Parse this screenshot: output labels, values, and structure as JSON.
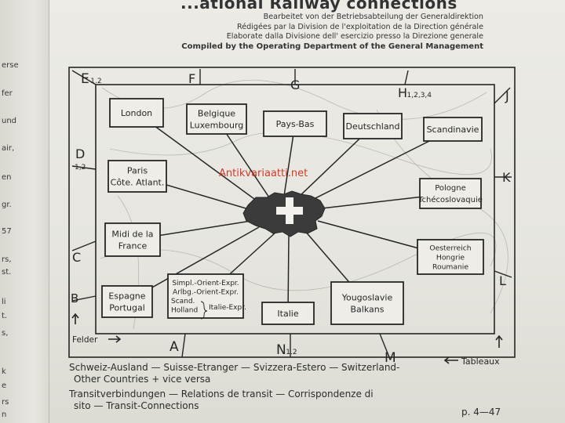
{
  "header": {
    "title": "...ational Railway connections",
    "compiled_by": [
      "Bearbeitet von der Betriebsabteilung der Generaldirektion",
      "Rédigées par la Division de l'exploitation de la Direction générale",
      "Elaborate dalla Divisione dell' esercizio presso la Direzione generale",
      "Compiled by the Operating Department of the General Management"
    ]
  },
  "margin_fragments": [
    "erse",
    "fer",
    "und",
    "air,",
    "en",
    "gr.",
    "57",
    "rs,",
    "st.",
    "li",
    "t.",
    "s,",
    "k",
    "e",
    "rs",
    "n"
  ],
  "diagram": {
    "boxes": [
      {
        "id": "london",
        "lines": [
          "London"
        ]
      },
      {
        "id": "belgique",
        "lines": [
          "Belgique",
          "Luxembourg"
        ]
      },
      {
        "id": "paysbas",
        "lines": [
          "Pays-Bas"
        ]
      },
      {
        "id": "deutschland",
        "lines": [
          "Deutschland"
        ]
      },
      {
        "id": "scandinavie",
        "lines": [
          "Scandinavie"
        ]
      },
      {
        "id": "paris",
        "lines": [
          "Paris",
          "Côte. Atlant."
        ]
      },
      {
        "id": "pologne",
        "lines": [
          "Pologne",
          "Tchécoslovaquie"
        ]
      },
      {
        "id": "midi",
        "lines": [
          "Midi de la",
          "France"
        ]
      },
      {
        "id": "oesterreich",
        "lines": [
          "Oesterreich",
          "Hongrie",
          "Roumanie"
        ]
      },
      {
        "id": "espagne",
        "lines": [
          "Espagne",
          "Portugal"
        ]
      },
      {
        "id": "simpl",
        "lines": [
          "Simpl.-Orient-Expr.",
          "Arlbg.-Orient-Expr.",
          "Scand.",
          "Holland"
        ],
        "side_label": "Italie-Expr."
      },
      {
        "id": "italie",
        "lines": [
          "Italie"
        ]
      },
      {
        "id": "yougoslavie",
        "lines": [
          "Yougoslavie",
          "Balkans"
        ]
      }
    ],
    "edge_letters": [
      {
        "id": "E",
        "text": "E",
        "sub": "1.2"
      },
      {
        "id": "F",
        "text": "F",
        "sub": ""
      },
      {
        "id": "G",
        "text": "G",
        "sub": ""
      },
      {
        "id": "H",
        "text": "H",
        "sub": "1,2,3,4"
      },
      {
        "id": "J",
        "text": "J",
        "sub": ""
      },
      {
        "id": "D",
        "text": "D",
        "sub": "1,2"
      },
      {
        "id": "K",
        "text": "K",
        "sub": ""
      },
      {
        "id": "C",
        "text": "C",
        "sub": ""
      },
      {
        "id": "L",
        "text": "L",
        "sub": ""
      },
      {
        "id": "B",
        "text": "B",
        "sub": ""
      },
      {
        "id": "A",
        "text": "A",
        "sub": ""
      },
      {
        "id": "N",
        "text": "N",
        "sub": "1.2"
      },
      {
        "id": "M",
        "text": "M",
        "sub": ""
      }
    ],
    "felder_label": "Felder",
    "tableaux_label": "Tableaux",
    "icons": {
      "right_arrow": "arrow-right-icon",
      "left_arrow": "arrow-left-icon",
      "up_arrow": "arrow-up-icon",
      "swiss_cross": "swiss-cross-icon"
    }
  },
  "watermark": "Antikvariaatti.net",
  "footer": {
    "line1": "Schweiz-Ausland — Suisse-Etranger — Svizzera-Estero — Switzerland-",
    "line2": "Other Countries + vice versa",
    "line3": "Transitverbindungen — Relations de transit — Corrispondenze di",
    "line4": "sito — Transit-Connections",
    "page_ref": "p.  4—47"
  }
}
